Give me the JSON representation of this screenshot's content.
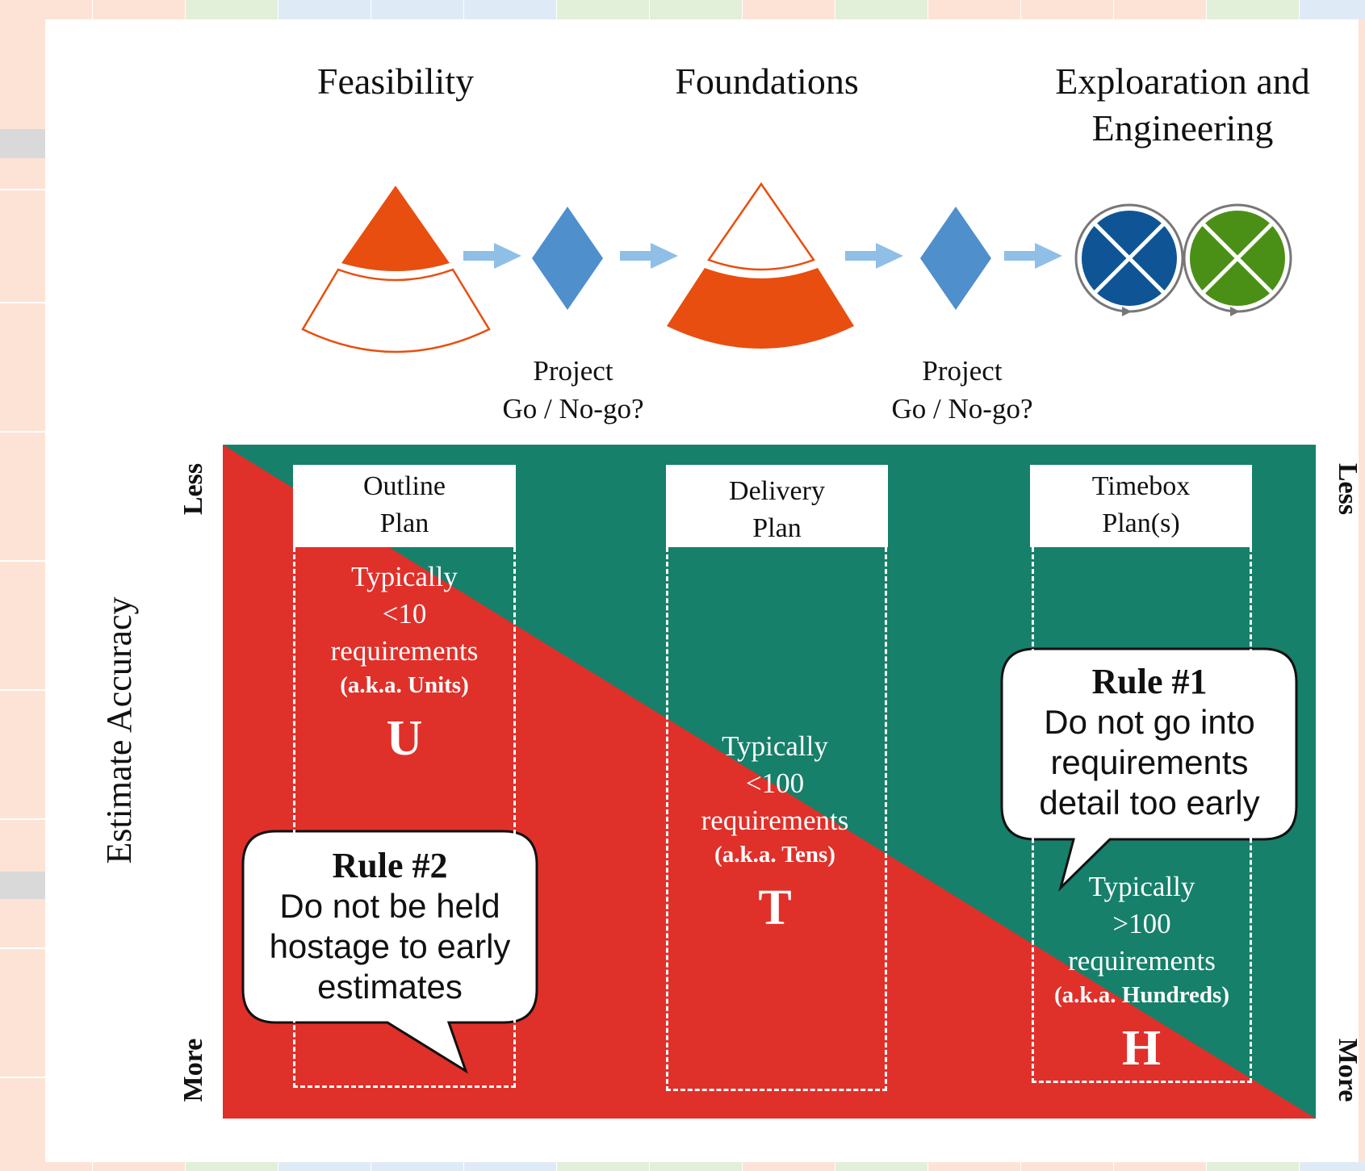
{
  "phases": [
    {
      "title": "Feasibility"
    },
    {
      "title": "Foundations"
    },
    {
      "title": "Exploaration and\nEngineering"
    }
  ],
  "gates": [
    {
      "label": "Project\nGo / No-go?"
    },
    {
      "label": "Project\nGo / No-go?"
    }
  ],
  "axis": {
    "label": "Estimate Accuracy",
    "less": "Less",
    "more": "More"
  },
  "plans": [
    {
      "title": "Outline\nPlan",
      "typically": "Typically",
      "count": "<10",
      "req": "requirements",
      "aka": "(a.k.a. Units)",
      "letter": "U"
    },
    {
      "title": "Delivery\nPlan",
      "typically": "Typically",
      "count": "<100",
      "req": "requirements",
      "aka": "(a.k.a. Tens)",
      "letter": "T"
    },
    {
      "title": "Timebox\nPlan(s)",
      "typically": "Typically",
      "count": ">100",
      "req": "requirements",
      "aka": "(a.k.a. Hundreds)",
      "letter": "H"
    }
  ],
  "rules": [
    {
      "title": "Rule #1",
      "lines": [
        "Do not go into",
        "requirements",
        "detail too early"
      ]
    },
    {
      "title": "Rule #2",
      "lines": [
        "Do not be held",
        "hostage to early",
        "estimates"
      ]
    }
  ],
  "colors": {
    "orange": "#e84e0f",
    "diamond_blue": "#4e8fcc",
    "arrow_blue": "#8fbfe6",
    "teal": "#16806a",
    "red": "#e0302a",
    "circle_blue": "#0f5596",
    "circle_green": "#4a9016"
  }
}
